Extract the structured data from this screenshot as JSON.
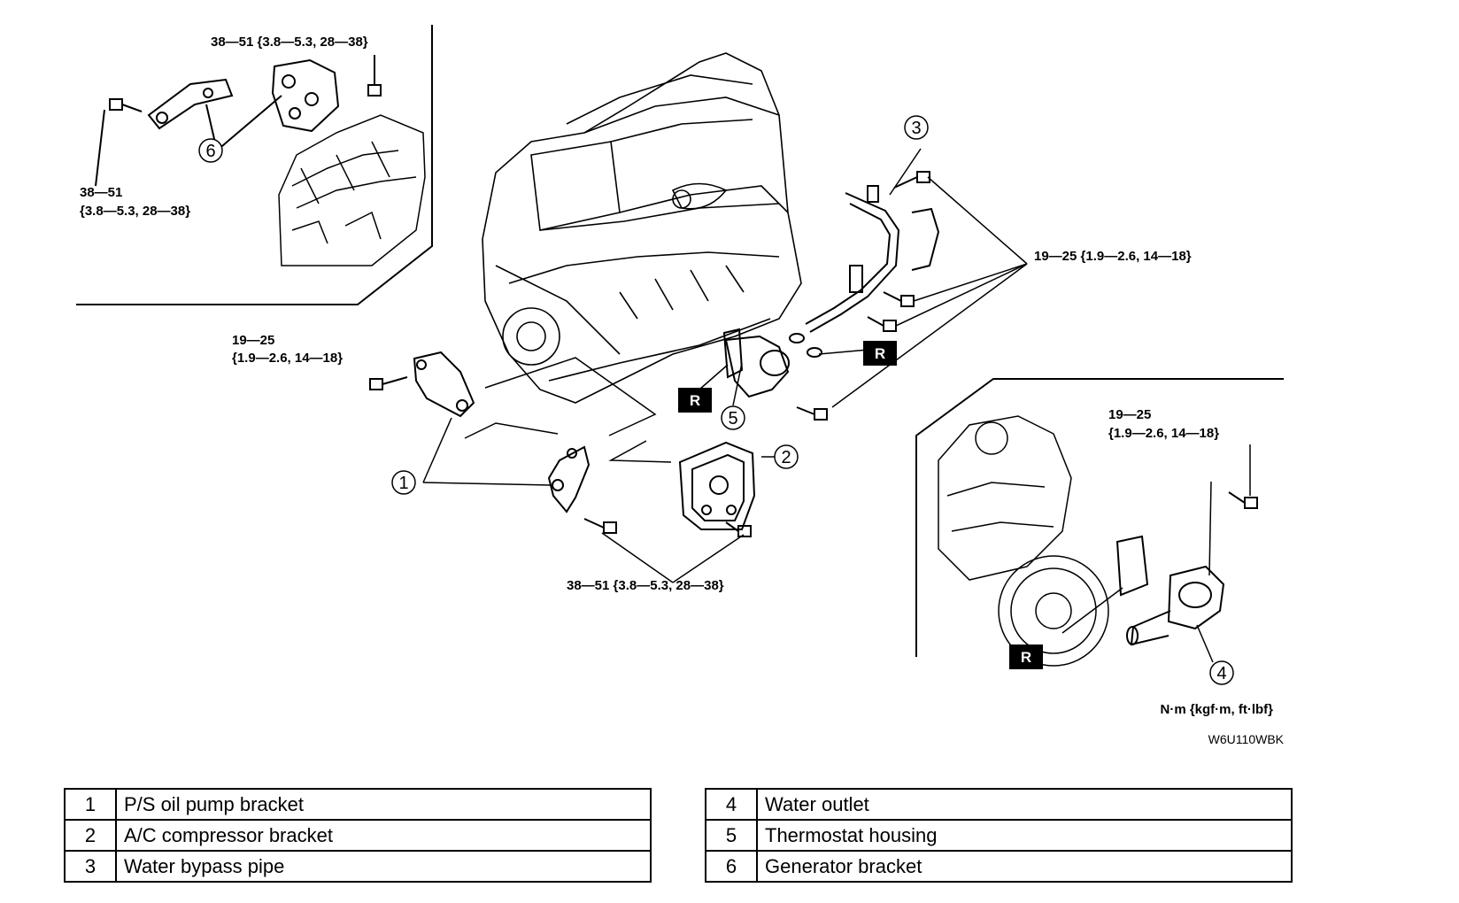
{
  "torque_labels": {
    "gen_top": "38—51 {3.8—5.3, 28—38}",
    "gen_left_1": "38—51",
    "gen_left_2": "{3.8—5.3, 28—38}",
    "bypass": "19—25 {1.9—2.6, 14—18}",
    "ps_1": "19—25",
    "ps_2": "{1.9—2.6, 14—18}",
    "bottom": "38—51 {3.8—5.3, 28—38}",
    "outlet_1": "19—25",
    "outlet_2": "{1.9—2.6, 14—18}"
  },
  "callouts": {
    "c1": "1",
    "c2": "2",
    "c3": "3",
    "c4": "4",
    "c5": "5",
    "c6": "6"
  },
  "replace_marks": {
    "r1": "R",
    "r2": "R",
    "r3": "R"
  },
  "unit_label": "N·m {kgf·m, ft·lbf}",
  "figure_code": "W6U110WBK",
  "legend_left": [
    {
      "num": "1",
      "name": "P/S oil pump bracket"
    },
    {
      "num": "2",
      "name": "A/C compressor bracket"
    },
    {
      "num": "3",
      "name": "Water bypass pipe"
    }
  ],
  "legend_right": [
    {
      "num": "4",
      "name": "Water outlet"
    },
    {
      "num": "5",
      "name": "Thermostat housing"
    },
    {
      "num": "6",
      "name": "Generator bracket"
    }
  ]
}
